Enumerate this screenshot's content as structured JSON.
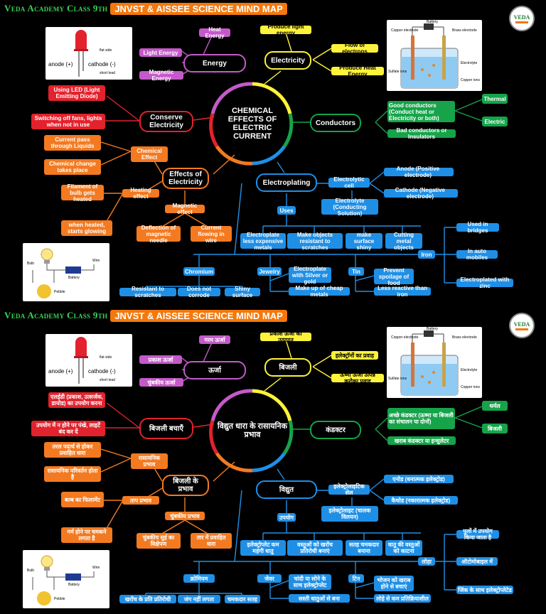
{
  "panels": [
    {
      "brand": "Veda Academy Class 9th",
      "title": "JNVST & AISSEE SCIENCE MIND MAP",
      "logo": "VEDA",
      "center": "CHEMICAL EFFECTS OF ELECTRIC CURRENT",
      "energy": {
        "label": "Energy",
        "items": [
          "Heat Energy",
          "Light Energy",
          "Magnetic Energy"
        ]
      },
      "electricity": {
        "label": "Electricity",
        "items": [
          "Produce light energy",
          "Flow of electrons",
          "Produce Heat Energy"
        ]
      },
      "conserve": {
        "label": "Conserve Electricity",
        "items": [
          "Using LED (Light Emitting Diode)",
          "Switching off fans, lights when not in use"
        ]
      },
      "conductors": {
        "label": "Conductors",
        "good": "Good conductors (Conduct heat or Electricity or both)",
        "bad": "Bad conductors or Insulators",
        "thermal": "Thermal",
        "electric": "Electric"
      },
      "effects": {
        "label": "Effects of Electricity",
        "chemical": "Chemical Effect",
        "heating": "Heating effect",
        "magnetic": "Magnetic effect",
        "c1": "Current pass through Liquids",
        "c2": "Chemical change takes place",
        "h1": "Filament of bulb gets heated",
        "h2": "when heated, starts glowing",
        "m1": "Deflection of magnetic needle",
        "m2": "Current flowing in wire"
      },
      "electroplating": {
        "label": "Electroplating",
        "cell": "Electrolytic cell",
        "anode": "Anode (Positive electrode)",
        "cathode": "Cathode (Negative electrode)",
        "solution": "Electrolyte (Conducting Solution)",
        "uses": "Uses",
        "u1": "Electroplate less expensive metals",
        "u2": "Make objects resistant to scratches",
        "u3": "make surface shiny",
        "u4": "Cutting metal objects"
      },
      "metals": {
        "chromium": "Chromium",
        "jewelry": "Jewelry",
        "tin": "Tin",
        "iron": "Iron",
        "cr1": "Resistant to scratches",
        "cr2": "Does not corrode",
        "cr3": "Shiny surface",
        "j1": "Electroplate with Silver or gold",
        "j2": "Make up of cheap metals",
        "t1": "Prevent spoilage of food",
        "t2": "Less reactive than iron",
        "i1": "Used in bridges",
        "i2": "In auto mobiles",
        "i3": "Electroplated with zinc"
      },
      "led": {
        "anode": "anode (+)",
        "cathode": "cathode (-)",
        "flat": "flat side",
        "short": "short lead"
      },
      "cell": {
        "copper": "Copper electrode",
        "brass": "Brass electrode",
        "battery": "Battery",
        "sulfate": "Sulfate ions",
        "electrolyte": "Electrolyte",
        "cu": "Copper ions"
      },
      "circuit": {
        "bulb": "Bulb",
        "wire": "Wire",
        "battery": "Battery",
        "pebble": "Pebble"
      }
    },
    {
      "brand": "Veda Academy Class 9th",
      "title": "JNVST & AISSEE SCIENCE MIND MAP",
      "logo": "VEDA",
      "center": "विद्युत धारा के रासायनिक प्रभाव",
      "energy": {
        "label": "ऊर्जा",
        "items": [
          "गरम ऊर्जा",
          "प्रकाश ऊर्जा",
          "चुंबकीय ऊर्जा"
        ]
      },
      "electricity": {
        "label": "बिजली",
        "items": [
          "प्रकाश ऊर्जा का उत्पादन",
          "इलेक्ट्रॉनों का प्रवाह",
          "ऊष्मा ऊर्जा उत्पन्न करोका प्रवाह"
        ]
      },
      "conserve": {
        "label": "बिजली बचाएँ",
        "items": [
          "एलईडी (प्रकाश, उत्सर्जक, डायोड) का उपयोग करना",
          "उपयोग में न होने पर पंखे, लाइटें बंद कर दें"
        ]
      },
      "conductors": {
        "label": "कंडक्टर",
        "good": "अच्छे कंडक्टर (ऊष्मा या बिजली का संचालन या दोनों)",
        "bad": "खराब कंडक्टर या इन्सुलेटर",
        "thermal": "थर्मल",
        "electric": "बिजली"
      },
      "effects": {
        "label": "बिजली के प्रभाव",
        "chemical": "रासायनिक प्रभाव",
        "heating": "ताप प्रभाव",
        "magnetic": "चुंबकीय प्रभाव",
        "c1": "तरल पदार्थ से होकर प्रवाहित धारा",
        "c2": "रासायनिक परिवर्तन होता है",
        "h1": "बल्ब का फिलामेंट",
        "h2": "गर्म होने पर चमकने लगता है",
        "m1": "चुंबकीय सुई का विक्षेपण",
        "m2": "तार में प्रवाहित धारा"
      },
      "electroplating": {
        "label": "विद्युत",
        "cell": "इलेक्ट्रोलाइटिक सेल",
        "anode": "एनोड",
        "anode_note": "(धनात्मक इलेक्ट्रोड)",
        "cathode": "कैथोड",
        "cathode_note": "(नकारात्मक इलेक्ट्रोड)",
        "solution": "इलेक्ट्रोलाइट (चालक विलयन)",
        "uses": "उपयोग",
        "u1": "इलेक्ट्रोप्लेट कम महंगी धातु",
        "u2": "वस्तुओं को खरोंच प्रतिरोधी बनाएं",
        "u3": "सतह चमकदार बनाना",
        "u4": "धातु की वस्तुओं को काटना"
      },
      "metals": {
        "chromium": "क्रोमियम",
        "jewelry": "जेवर",
        "tin": "टिन",
        "iron": "लोहा",
        "cr1": "खरोंच के प्रति प्रतिरोधी",
        "cr2": "जंग नहीं लगता",
        "cr3": "चमकदार सतह",
        "j1": "चांदी या सोने के साथ इलेक्ट्रोप्लेट",
        "j2": "सस्ती धातुओं से बना",
        "t1": "भोजन को खराब होने से बचाएं",
        "t2": "लोहे से कम प्रतिक्रियाशील",
        "i1": "पुलों में उपयोग किया जाता है",
        "i2": "ऑटोमोबाइल में",
        "i3": "जिंक के साथ इलेक्ट्रोप्लेटेड"
      },
      "led": {
        "anode": "anode (+)",
        "cathode": "cathode (-)",
        "flat": "flat side",
        "short": "short lead"
      },
      "cell": {
        "copper": "Copper electrode",
        "brass": "Brass electrode",
        "battery": "Battery",
        "sulfate": "Sulfate ions",
        "electrolyte": "Electrolyte",
        "cu": "Copper ions"
      },
      "circuit": {
        "bulb": "Bulb",
        "wire": "Wire",
        "battery": "Battery",
        "pebble": "Pebble"
      }
    }
  ],
  "colors": {
    "purple": "#c45ac9",
    "yellow": "#fdf33a",
    "red": "#e2222d",
    "orange": "#f37a21",
    "green": "#16a34a",
    "blue": "#1f8fe6",
    "brand_green": "#39d353"
  }
}
